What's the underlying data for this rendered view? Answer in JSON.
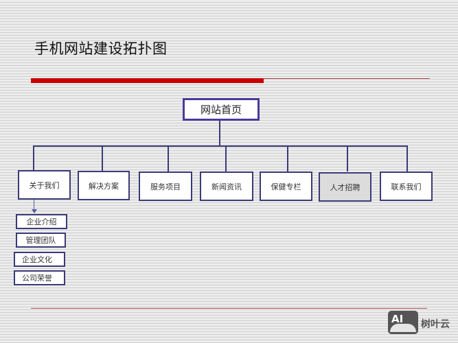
{
  "title": "手机网站建设拓扑图",
  "root": {
    "label": "网站首页"
  },
  "children": [
    {
      "label": "关于我们",
      "highlighted": false
    },
    {
      "label": "解决方案",
      "highlighted": false
    },
    {
      "label": "服务项目",
      "highlighted": false
    },
    {
      "label": "新闻资讯",
      "highlighted": false
    },
    {
      "label": "保健专栏",
      "highlighted": false
    },
    {
      "label": "人才招聘",
      "highlighted": true
    },
    {
      "label": "联系我们",
      "highlighted": false
    }
  ],
  "sub_children": {
    "parent": "关于我们",
    "items": [
      {
        "label": "企业介绍"
      },
      {
        "label": "管理团队"
      },
      {
        "label": "企业文化"
      },
      {
        "label": "公司荣誉"
      }
    ]
  },
  "colors": {
    "accent_red": "#c80000",
    "node_border": "#3a3a78",
    "highlight_fill": "#dcdcdc"
  },
  "watermark": {
    "logo_text": "AI",
    "label": "树叶云"
  }
}
